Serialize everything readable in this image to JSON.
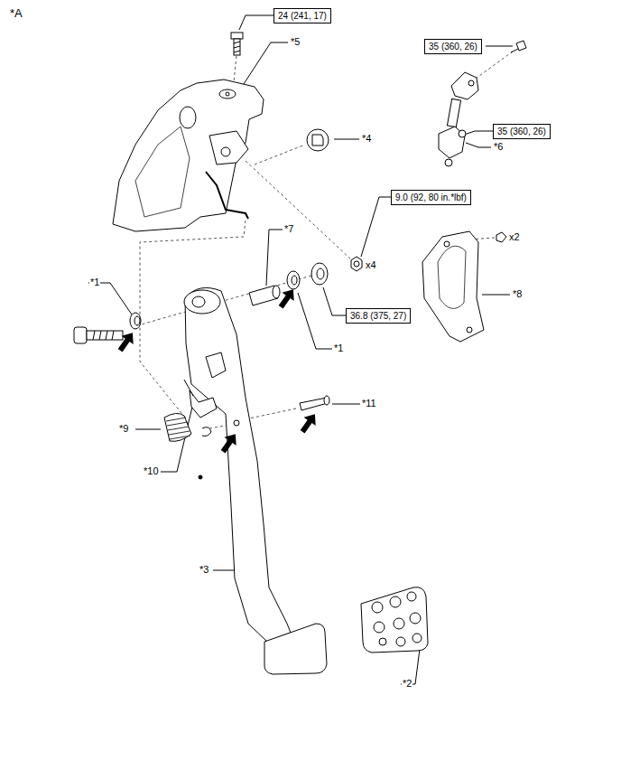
{
  "diagram": {
    "nodes": [
      {
        "text": [
          "24 (241, 17)"
        ]
      },
      {
        "text": [
          "35 (360, 26)"
        ]
      },
      {
        "text": [
          "35 (360, 26)"
        ]
      },
      {
        "text": [
          "9.0 (92, 80 in.*lbf)"
        ]
      },
      {
        "text": [
          "36.8 (375, 27)"
        ]
      }
    ],
    "labels": [
      "*A",
      "*5",
      "*4",
      "*6",
      "x4",
      "x2",
      "*8",
      "*7",
      "*1",
      "*1",
      "*11",
      "*9",
      "*10",
      "*3",
      "*2"
    ]
  }
}
